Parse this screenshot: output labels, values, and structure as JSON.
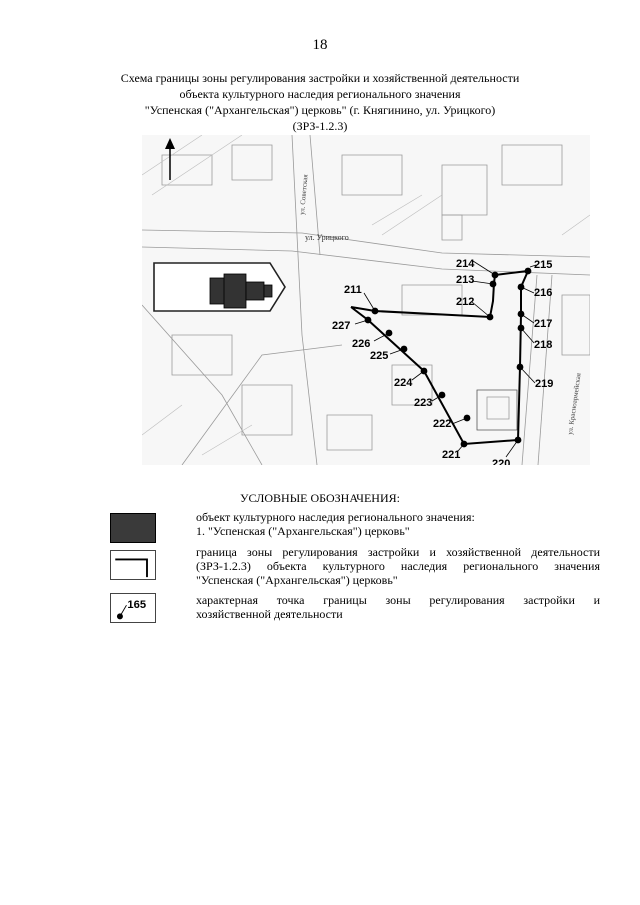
{
  "page_number": "18",
  "title": {
    "line1": "Схема границы зоны регулирования застройки и хозяйственной деятельности",
    "line2": "объекта культурного  наследия регионального значения",
    "line3": "\"Успенская  (\"Архангельская\")  церковь\" (г. Княгинино, ул. Урицкого)",
    "line4": "(ЗРЗ-1.2.3)"
  },
  "map": {
    "street_names": [
      "ул. Урицкого",
      "ул. Советская",
      "ул. Красноармейская"
    ],
    "point_labels": [
      "211",
      "212",
      "213",
      "214",
      "215",
      "216",
      "217",
      "218",
      "219",
      "220",
      "221",
      "222",
      "223",
      "224",
      "225",
      "226",
      "227"
    ]
  },
  "legend": {
    "heading": "УСЛОВНЫЕ ОБОЗНАЧЕНИЯ:",
    "item1_line1": "объект культурного  наследия регионального значения:",
    "item1_line2": "1. \"Успенская (\"Архангельская\")  церковь\"",
    "item2_line1": "граница зоны регулирования застройки и хозяйственной деятельности",
    "item2_line2": "(ЗРЗ-1.2.3)  объекта  культурного  наследия  регионального  значения",
    "item2_line3": "\"Успенская (\"Архангельская\")  церковь\"",
    "item3_line1": "характерная  точка  границы  зоны  регулирования  застройки  и",
    "item3_line2": "хозяйственной деятельности",
    "point_symbol_label": "165"
  }
}
